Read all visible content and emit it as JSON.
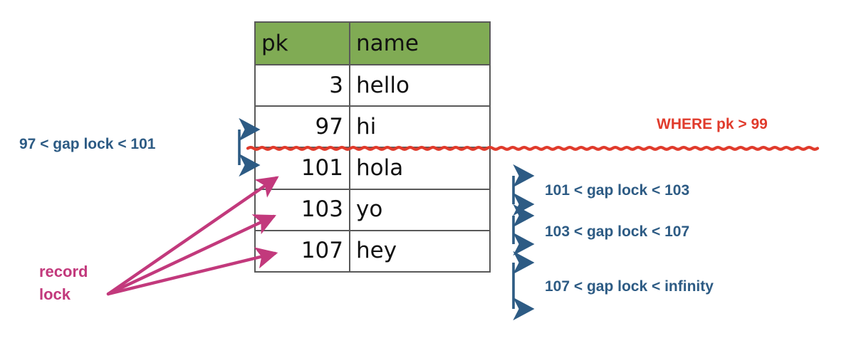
{
  "diagram": {
    "title_text_visible": false,
    "colors": {
      "header_green": "#80ab54",
      "annotation_blue": "#2d5b84",
      "query_red": "#e03b2c",
      "record_lock_pink": "#c2397c",
      "table_border": "#595959"
    }
  },
  "table": {
    "columns": [
      "pk",
      "name"
    ],
    "rows": [
      {
        "pk": "3",
        "name": "hello"
      },
      {
        "pk": "97",
        "name": "hi"
      },
      {
        "pk": "101",
        "name": "hola"
      },
      {
        "pk": "103",
        "name": "yo"
      },
      {
        "pk": "107",
        "name": "hey"
      }
    ]
  },
  "annotations": {
    "query": "WHERE pk > 99",
    "gap_lock_left": "97 < gap lock < 101",
    "gap_lock_right_1": "101 < gap lock < 103",
    "gap_lock_right_2": "103 < gap lock < 107",
    "gap_lock_right_3": "107 < gap lock < infinity",
    "record_lock_line1": "record",
    "record_lock_line2": "lock"
  }
}
